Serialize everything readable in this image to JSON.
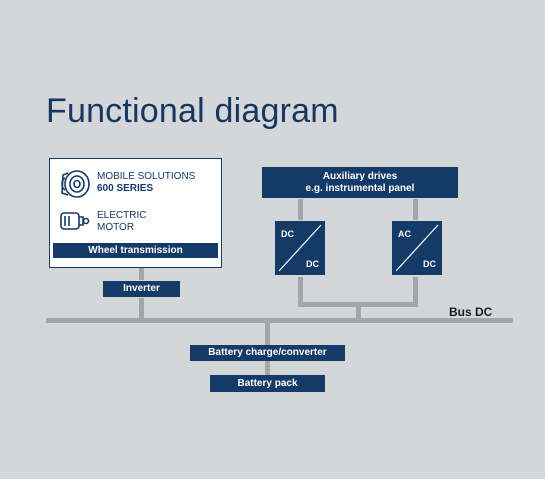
{
  "title": "Functional diagram",
  "motor_block": {
    "line1": "MOBILE SOLUTIONS",
    "line2": "600 SERIES",
    "line3": "ELECTRIC",
    "line4": "MOTOR",
    "footer": "Wheel transmission"
  },
  "inverter": "Inverter",
  "auxiliary": {
    "line1": "Auxiliary drives",
    "line2": "e.g. instrumental panel"
  },
  "converters": [
    {
      "top": "DC",
      "bottom": "DC"
    },
    {
      "top": "AC",
      "bottom": "DC"
    }
  ],
  "bus_label": "Bus DC",
  "battery_charge": "Battery charge/converter",
  "battery_pack": "Battery pack",
  "colors": {
    "background": "#d4d7d9",
    "navy": "#143a68",
    "connector": "#a4a6a8"
  },
  "icons": [
    "gear-motor-icon",
    "electric-motor-icon"
  ]
}
